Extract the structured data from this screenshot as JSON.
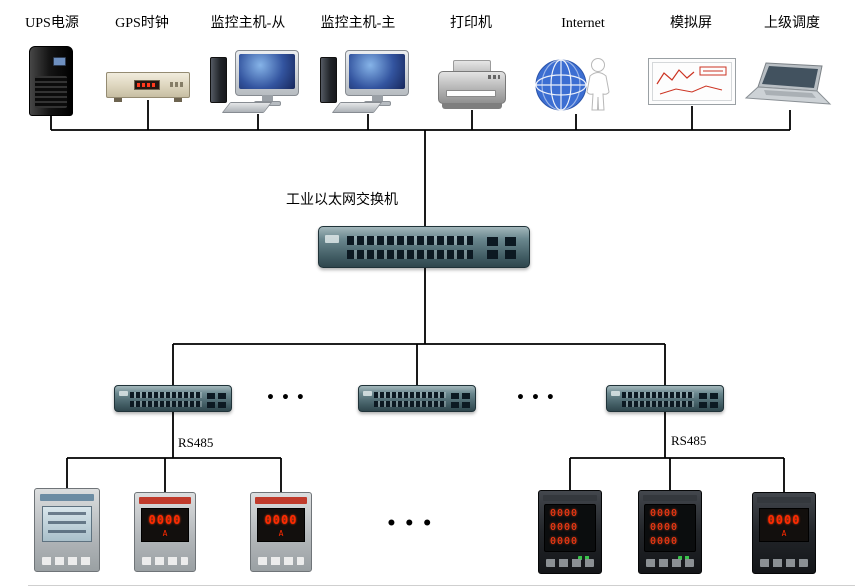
{
  "diagram": {
    "top_devices": [
      {
        "label": "UPS电源"
      },
      {
        "label": "GPS时钟"
      },
      {
        "label": "监控主机-从"
      },
      {
        "label": "监控主机-主"
      },
      {
        "label": "打印机"
      },
      {
        "label": "Internet"
      },
      {
        "label": "模拟屏"
      },
      {
        "label": "上级调度"
      }
    ],
    "main_switch": {
      "label": "工业以太网交换机"
    },
    "rs485": {
      "left": "RS485",
      "right": "RS485"
    },
    "ellipsis": {
      "switch_gap_1": "•••",
      "switch_gap_2": "•••",
      "meter_gap": "•••"
    },
    "meters": {
      "left": [
        {
          "type": "lcd-multifunction"
        },
        {
          "type": "led",
          "display": "0000",
          "unit": "A"
        },
        {
          "type": "led",
          "display": "0000",
          "unit": "A"
        }
      ],
      "right": [
        {
          "type": "led-3row",
          "rows": [
            "0000",
            "0000",
            "0000"
          ]
        },
        {
          "type": "led-3row",
          "rows": [
            "0000",
            "0000",
            "0000"
          ]
        },
        {
          "type": "led",
          "display": "0000",
          "unit": "A"
        }
      ]
    }
  }
}
